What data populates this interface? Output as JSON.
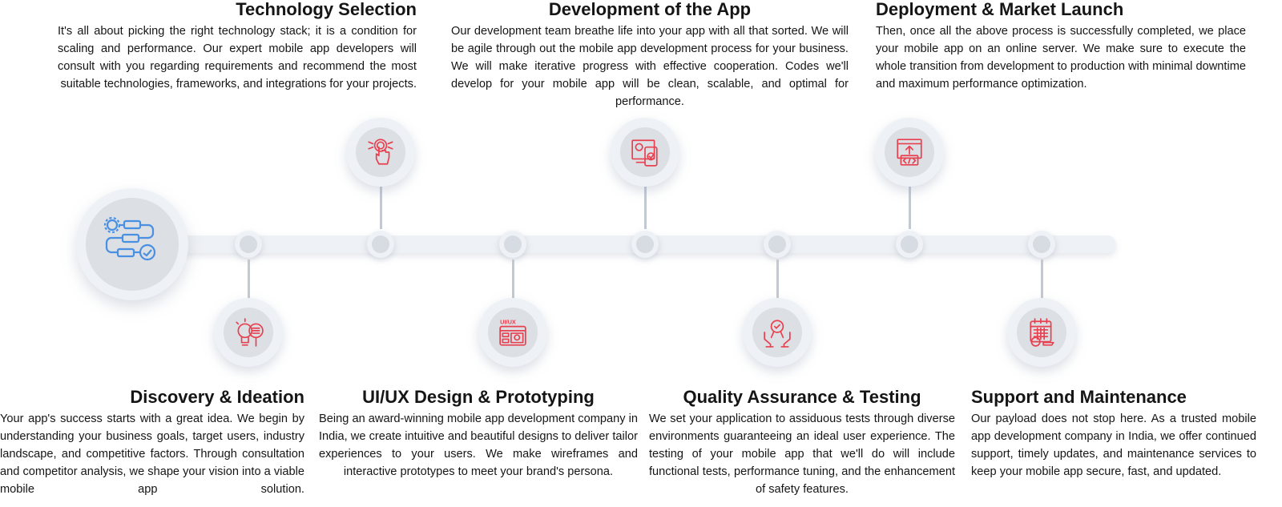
{
  "colors": {
    "icon_red": "#e8404f",
    "icon_blue": "#4a90e2",
    "track": "#eef1f5"
  },
  "steps": [
    {
      "title": "Discovery & Ideation",
      "text": "Your app's success starts with a great idea. We begin by understanding your business goals, target users, industry landscape, and competitive factors. Through consultation and competitor analysis, we shape your vision into a viable mobile app solution.",
      "icon": "idea-research-icon"
    },
    {
      "title": "Technology Selection",
      "text": "It's all about picking the right technology stack; it is a condition for scaling and performance. Our expert mobile app developers will consult with you regarding requirements and recommend the most suitable technologies, frameworks, and integrations for your projects.",
      "icon": "touch-tech-icon"
    },
    {
      "title": "UI/UX Design & Prototyping",
      "text": "Being an award-winning mobile app development company in India, we create intuitive and beautiful designs to deliver tailor experiences to your users. We make wireframes and interactive prototypes to meet your brand's persona.",
      "icon": "ui-ux-icon",
      "icon_label": "UI/UX"
    },
    {
      "title": "Development of the App",
      "text": "Our development team breathe life into your app with all that sorted. We will be agile through out the mobile app development process for your business. We will make iterative progress with effective cooperation. Codes we'll develop for your mobile app will be clean, scalable, and optimal for performance.",
      "icon": "devices-gear-icon"
    },
    {
      "title": "Quality Assurance & Testing",
      "text": "We set your application to assiduous tests through diverse environments guaranteeing an ideal user experience. The testing of your mobile app that we'll do will include functional tests, performance tuning, and the enhancement of safety features.",
      "icon": "quality-badge-hands-icon"
    },
    {
      "title": "Deployment & Market Launch",
      "text": "Then, once all the above process is successfully completed, we place your mobile app on an online server. We make sure to execute the whole transition from development to production with minimal downtime and maximum performance optimization.",
      "icon": "deploy-code-icon"
    },
    {
      "title": "Support and Maintenance",
      "text": "Our payload does not stop here. As a trusted mobile app development company in India, we offer continued support, timely updates, and maintenance services to keep your mobile app secure, fast, and updated.",
      "icon": "calendar-gear-icon"
    }
  ]
}
